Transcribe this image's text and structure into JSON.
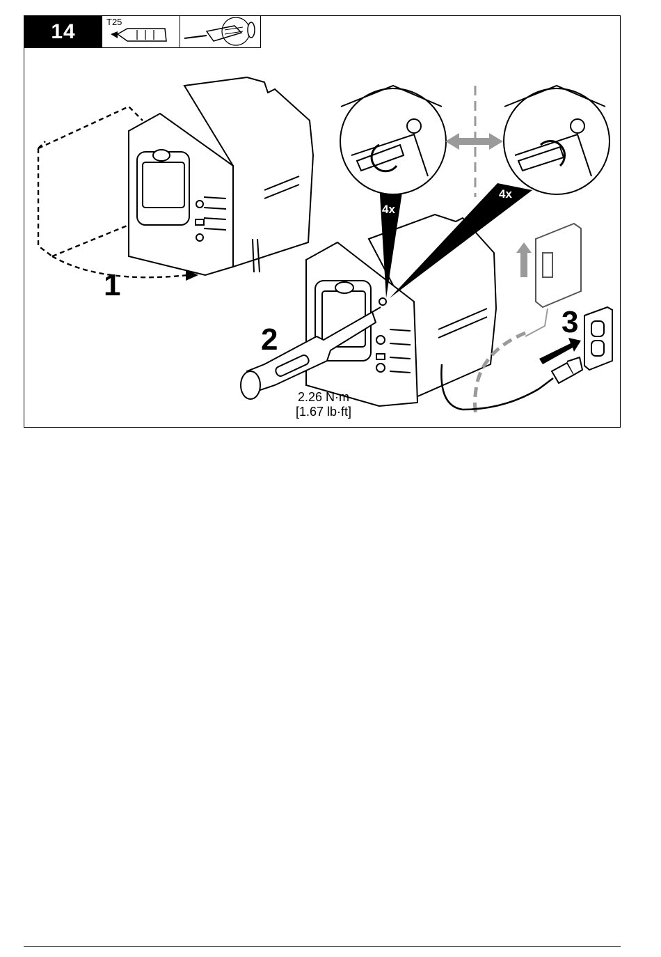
{
  "step": {
    "number": "14"
  },
  "tools": {
    "bit_label": "T25"
  },
  "callouts": {
    "first": "1",
    "second": "2",
    "third": "3"
  },
  "screws": {
    "quantity_left": "4x",
    "quantity_right": "4x"
  },
  "torque": {
    "metric": "2.26 N·m",
    "imperial": "[1.67 lb·ft]"
  },
  "colors": {
    "ink": "#000000",
    "arrow_gray": "#9a9a9a",
    "panel": "#ffffff"
  }
}
